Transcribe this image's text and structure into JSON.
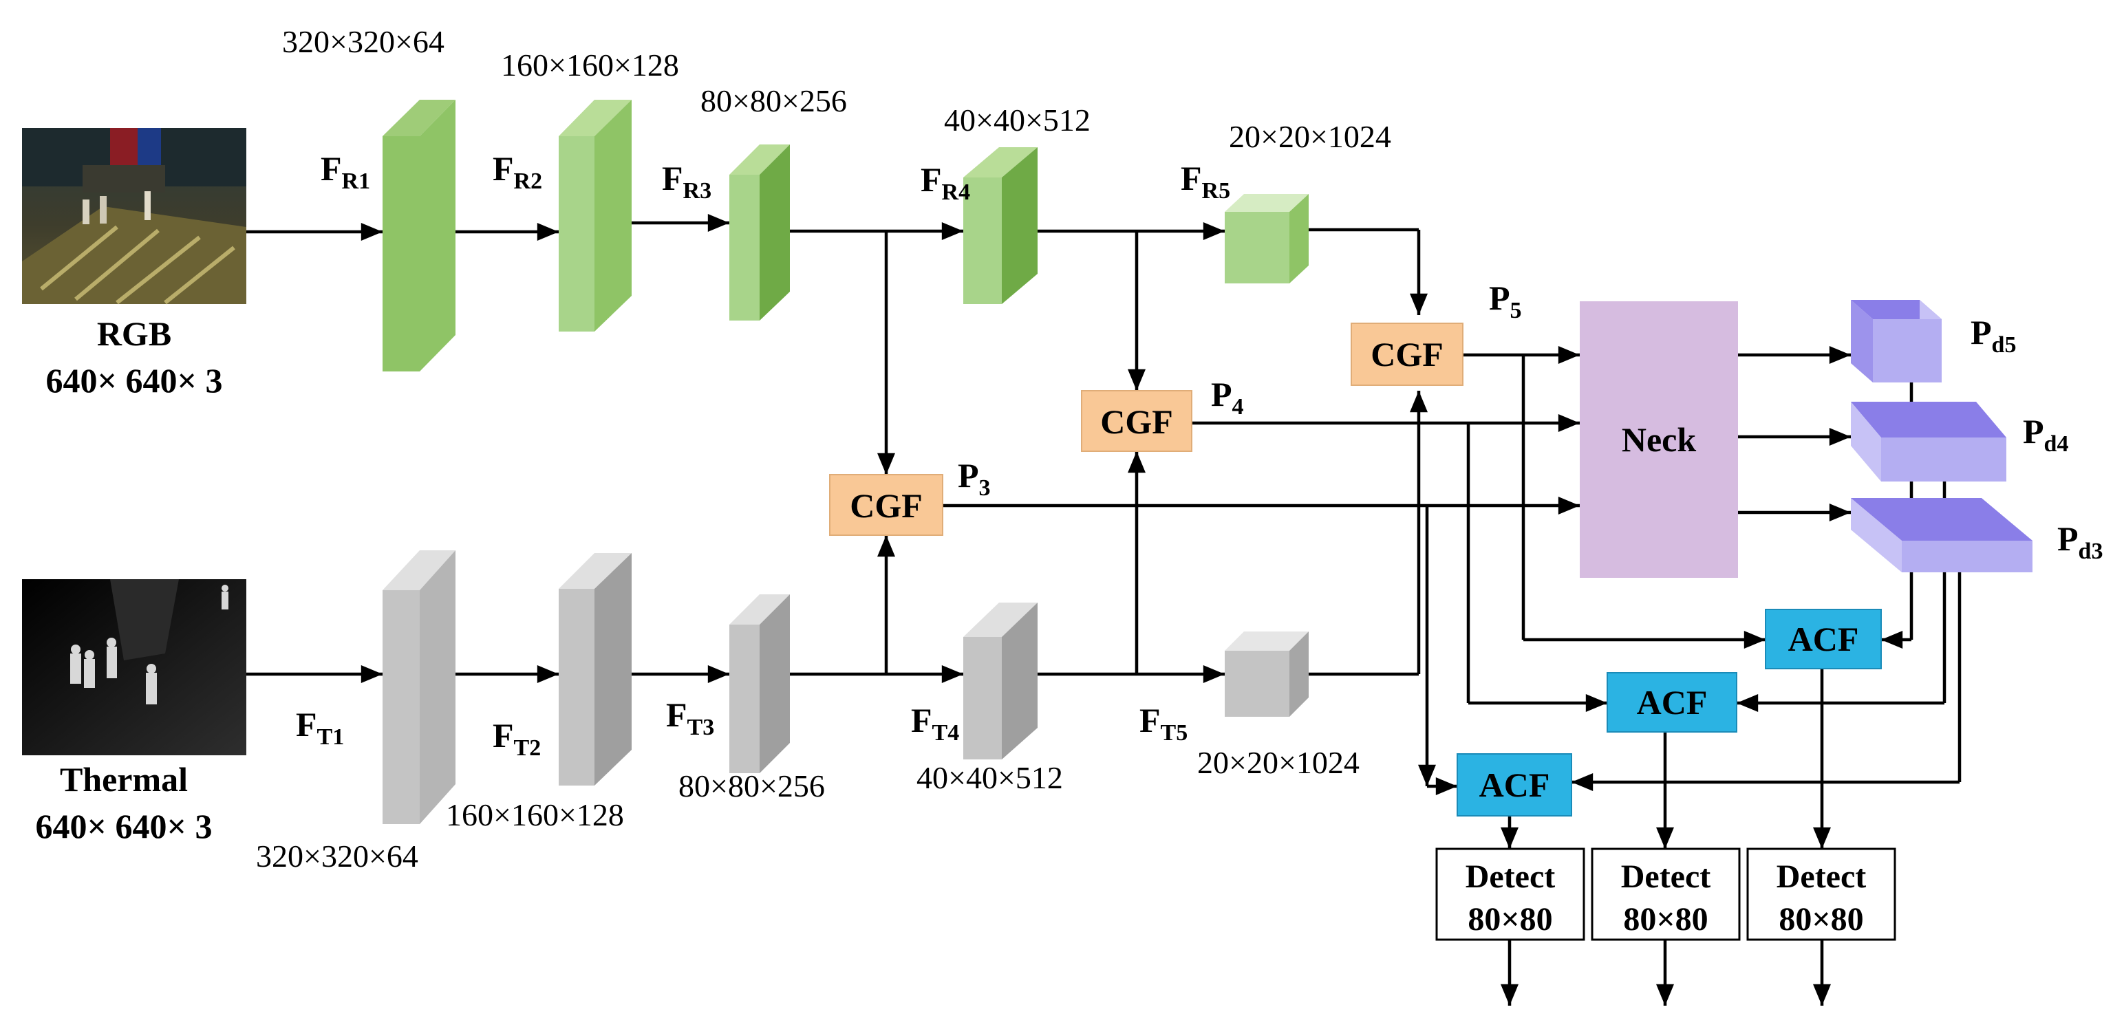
{
  "colors": {
    "rgb_front": "#8fc466",
    "rgb_side": "#6faa46",
    "rgb_top": "#b9dd98",
    "rgb_front_light": "#a8d48a",
    "thermal_front": "#c4c4c4",
    "thermal_side": "#9f9f9f",
    "thermal_top": "#e0e0e0",
    "cgf_fill": "#f9c896",
    "neck_fill": "#d6bce0",
    "acf_fill": "#2bb3e3",
    "pd_front": "#b4aef2",
    "pd_top": "#8a7ee8",
    "pd_side": "#c7c2f6"
  },
  "inputs": {
    "rgb": {
      "label": "RGB",
      "size": "640× 640× 3"
    },
    "thermal": {
      "label": "Thermal",
      "size": "640× 640× 3"
    }
  },
  "rgb_stages": [
    {
      "name": "F",
      "sub": "R1",
      "dims": "320×320×64"
    },
    {
      "name": "F",
      "sub": "R2",
      "dims": "160×160×128"
    },
    {
      "name": "F",
      "sub": "R3",
      "dims": "80×80×256"
    },
    {
      "name": "F",
      "sub": "R4",
      "dims": "40×40×512"
    },
    {
      "name": "F",
      "sub": "R5",
      "dims": "20×20×1024"
    }
  ],
  "thermal_stages": [
    {
      "name": "F",
      "sub": "T1",
      "dims": "320×320×64"
    },
    {
      "name": "F",
      "sub": "T2",
      "dims": "160×160×128"
    },
    {
      "name": "F",
      "sub": "T3",
      "dims": "80×80×256"
    },
    {
      "name": "F",
      "sub": "T4",
      "dims": "40×40×512"
    },
    {
      "name": "F",
      "sub": "T5",
      "dims": "20×20×1024"
    }
  ],
  "fusion": {
    "cgf_label": "CGF",
    "outputs": [
      {
        "name": "P",
        "sub": "3"
      },
      {
        "name": "P",
        "sub": "4"
      },
      {
        "name": "P",
        "sub": "5"
      }
    ]
  },
  "neck": {
    "label": "Neck"
  },
  "pd_blocks": [
    {
      "name": "P",
      "sub": "d5"
    },
    {
      "name": "P",
      "sub": "d4"
    },
    {
      "name": "P",
      "sub": "d3"
    }
  ],
  "acf_label": "ACF",
  "detect": [
    {
      "label": "Detect",
      "size": "80×80"
    },
    {
      "label": "Detect",
      "size": "80×80"
    },
    {
      "label": "Detect",
      "size": "80×80"
    }
  ]
}
